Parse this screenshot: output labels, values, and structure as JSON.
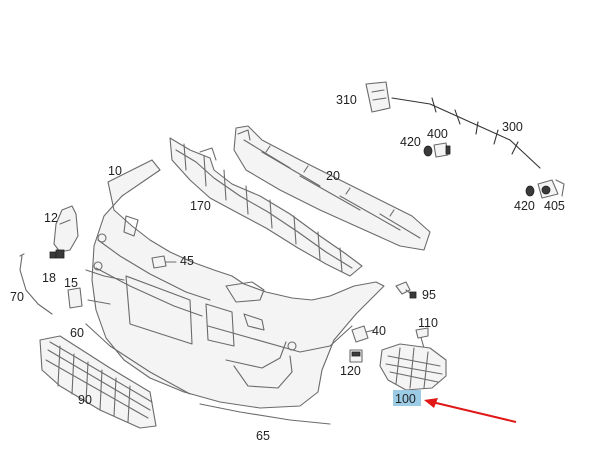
{
  "diagram": {
    "labels": {
      "p310": "310",
      "p300": "300",
      "p400": "400",
      "p420a": "420",
      "p420b": "420",
      "p405": "405",
      "p10": "10",
      "p20": "20",
      "p170": "170",
      "p12": "12",
      "p18": "18",
      "p15": "15",
      "p70": "70",
      "p45": "45",
      "p95": "95",
      "p110": "110",
      "p40": "40",
      "p120": "120",
      "p60": "60",
      "p90": "90",
      "p100": "100",
      "p65": "65"
    },
    "highlighted_part": "100",
    "highlight_color": "#9ccbe6",
    "arrow_color": "#e01818"
  }
}
